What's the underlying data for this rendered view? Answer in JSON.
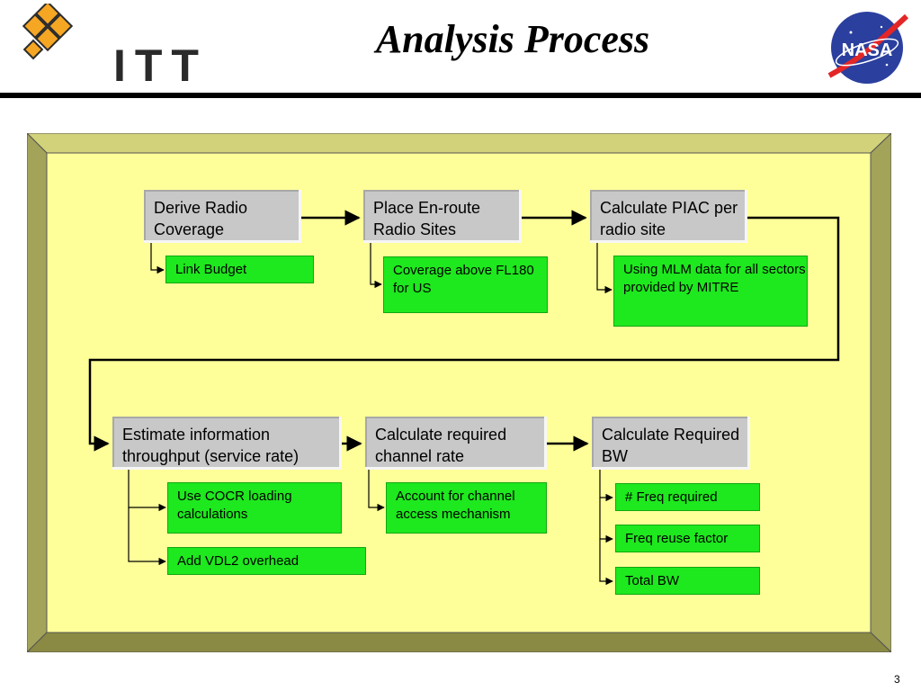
{
  "header": {
    "title": "Analysis Process",
    "left_logo_text": "ITT",
    "right_logo_text": "NASA"
  },
  "colors": {
    "panel_fill": "#ffff99",
    "bevel_top": "#d2d27a",
    "bevel_side": "#a3a35a",
    "bevel_bottom": "#8a8a44",
    "step_box": "#c8c8c8",
    "detail_box": "#1ee81e",
    "connector": "#000000",
    "itt_orange": "#f5a623"
  },
  "process": {
    "row1": [
      {
        "label": "Derive Radio Coverage",
        "details": [
          "Link Budget"
        ]
      },
      {
        "label": "Place En-route Radio Sites",
        "details": [
          "Coverage above FL180 for US"
        ]
      },
      {
        "label": "Calculate PIAC per radio site",
        "details": [
          "Using MLM data for all sectors provided by MITRE"
        ]
      }
    ],
    "row2": [
      {
        "label": "Estimate information throughput (service rate)",
        "details": [
          "Use COCR loading calculations",
          "Add VDL2 overhead"
        ]
      },
      {
        "label": "Calculate required channel rate",
        "details": [
          "Account for channel access mechanism"
        ]
      },
      {
        "label": "Calculate Required BW",
        "details": [
          "# Freq required",
          "Freq reuse factor",
          "Total BW"
        ]
      }
    ]
  },
  "footer": {
    "page_number": "3"
  }
}
